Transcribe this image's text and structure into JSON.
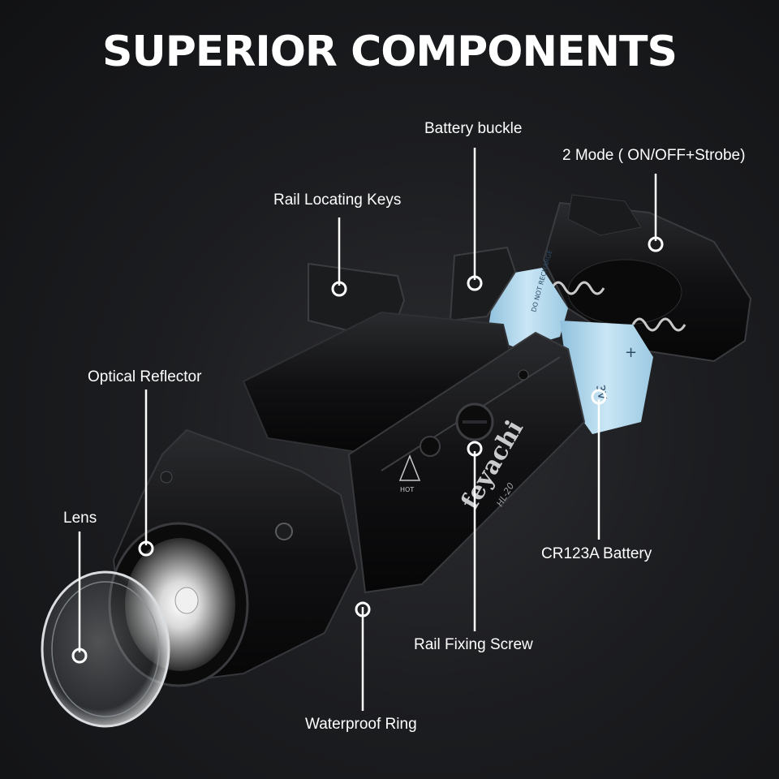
{
  "title": "SUPERIOR COMPONENTS",
  "labels": {
    "battery_buckle": "Battery buckle",
    "mode": "2 Mode ( ON/OFF+Strobe)",
    "rail_locating_keys": "Rail Locating Keys",
    "optical_reflector": "Optical Reflector",
    "lens": "Lens",
    "cr123a_battery": "CR123A Battery",
    "rail_fixing_screw": "Rail Fixing Screw",
    "waterproof_ring": "Waterproof Ring"
  },
  "product": {
    "brand": "feyachi",
    "model": "HL-20",
    "battery_marking": "3V",
    "battery_polarity": "+",
    "battery_warning": "DO NOT RECHARGE",
    "hot_warning": "HOT"
  },
  "colors": {
    "background": "#1c1d20",
    "body": "#0d0d0e",
    "battery": "#b8dcef",
    "text": "#ffffff"
  }
}
